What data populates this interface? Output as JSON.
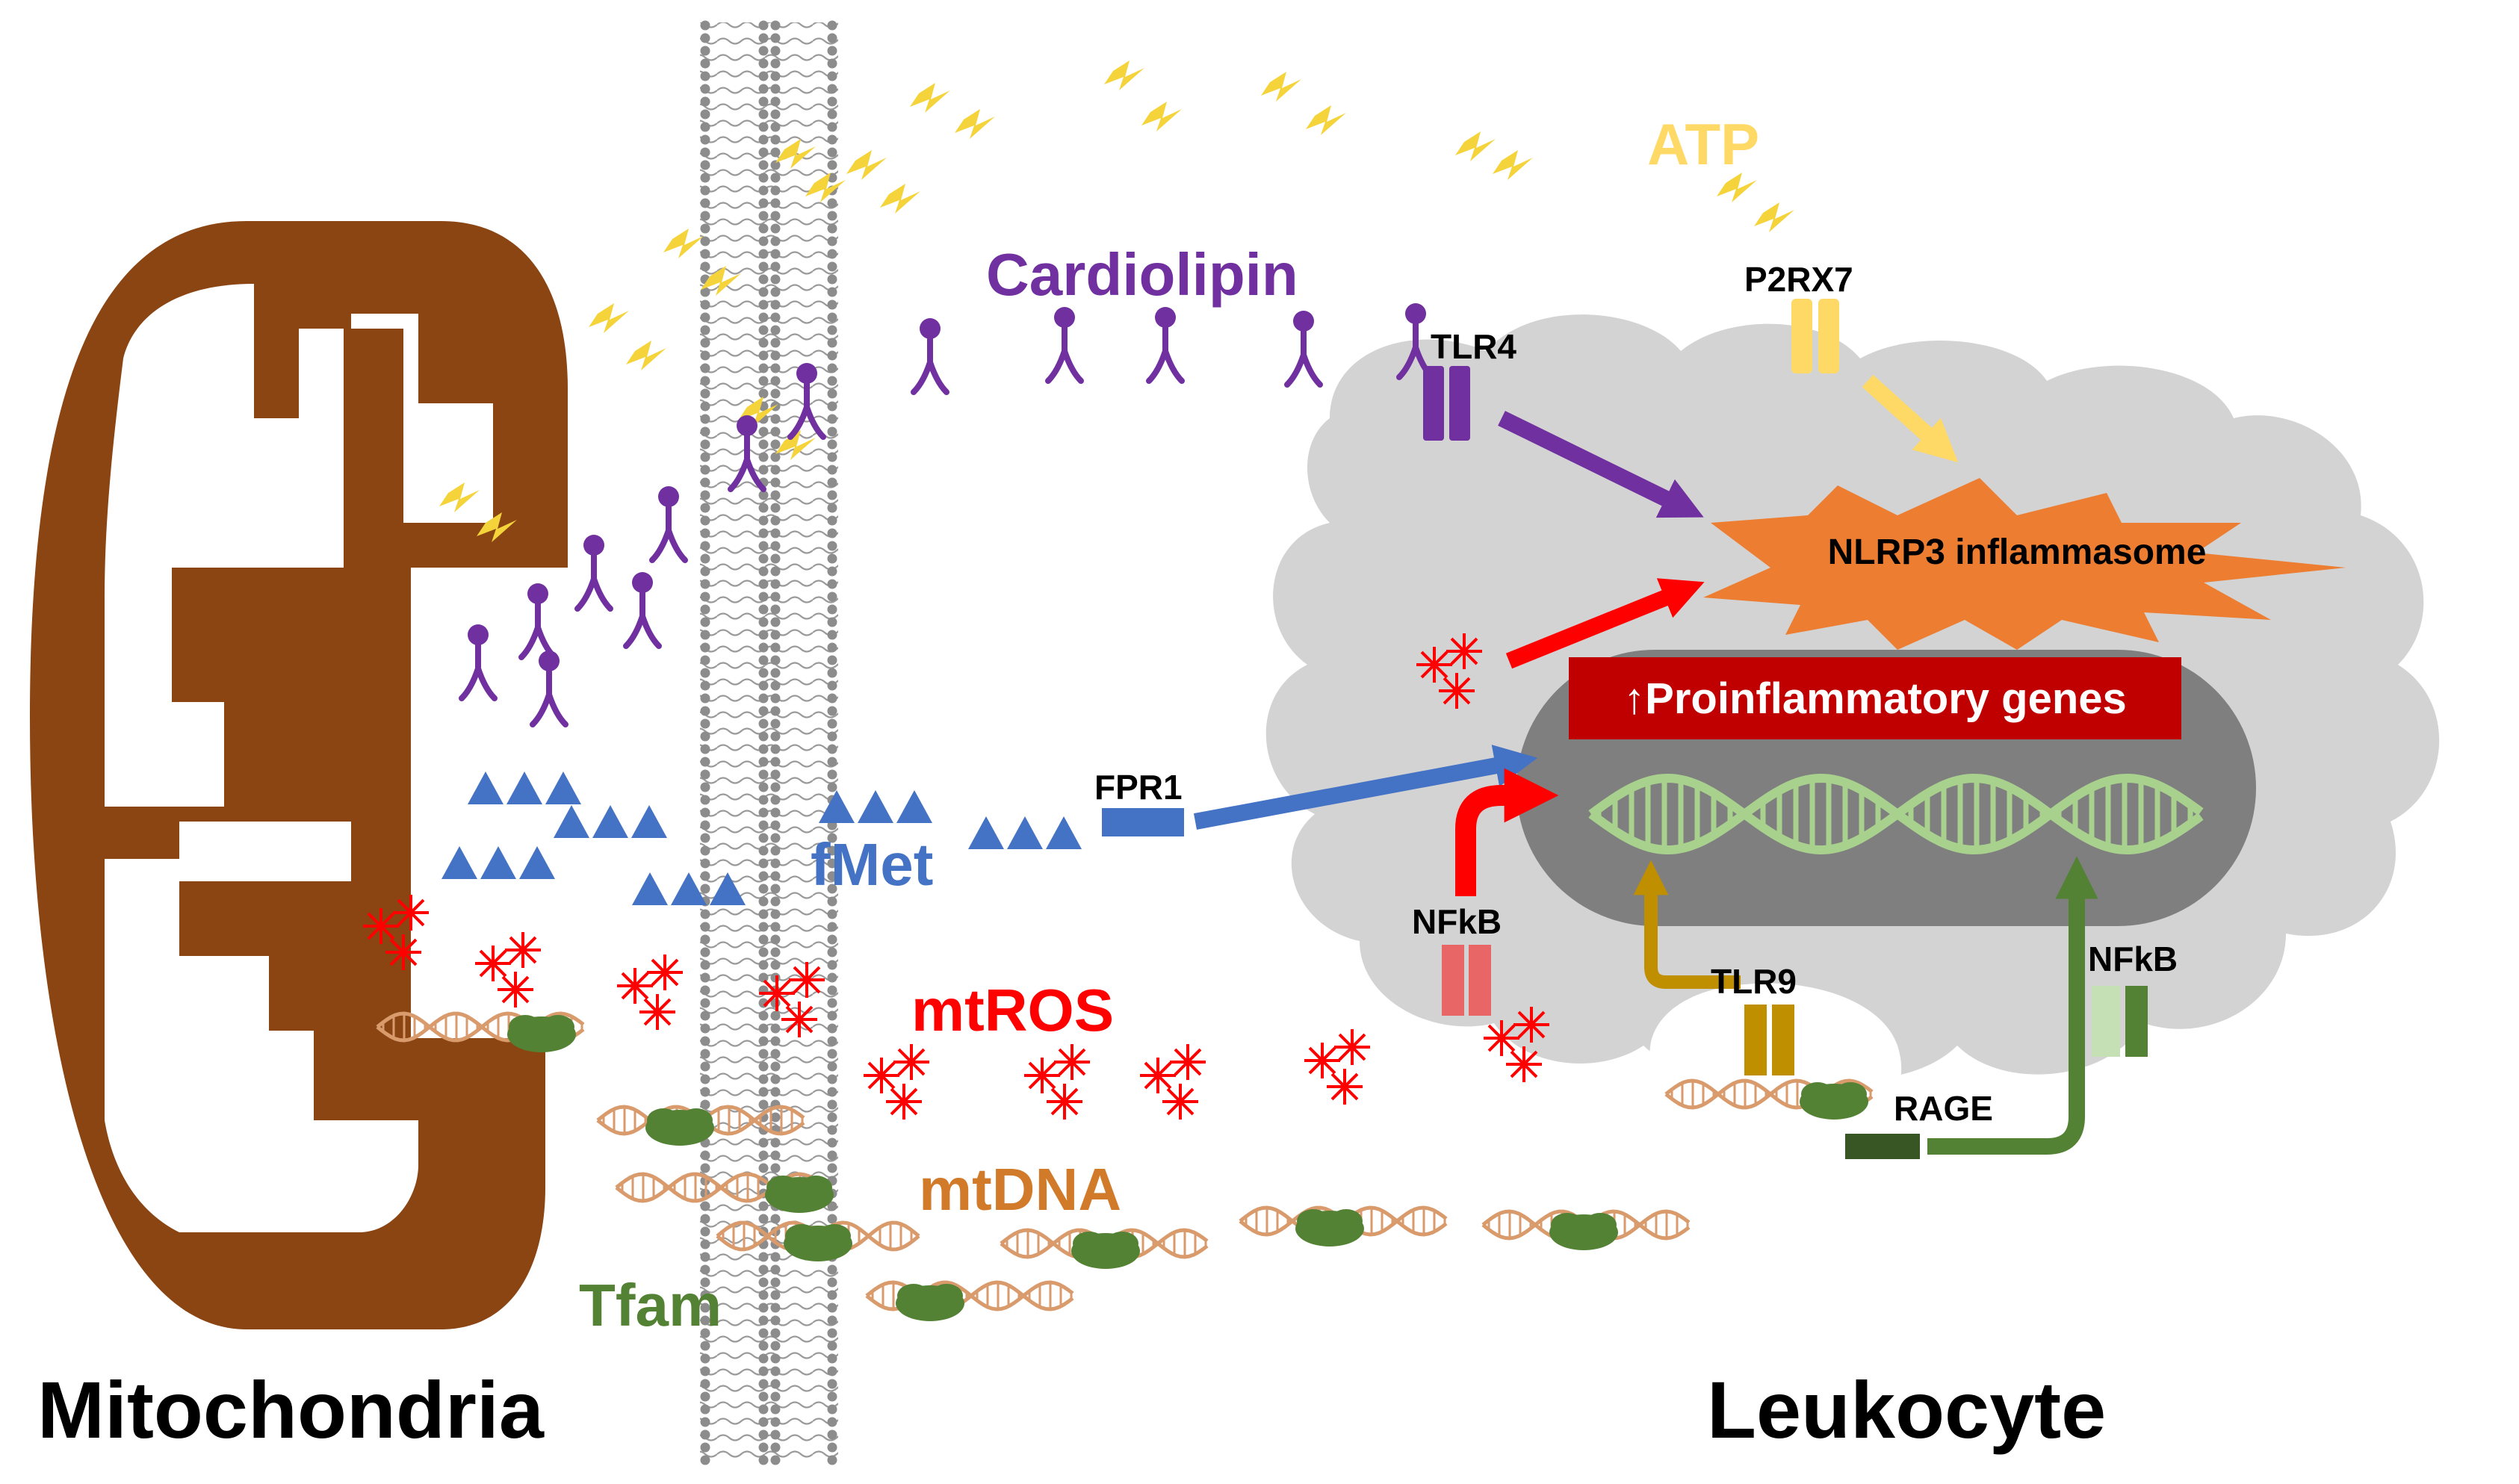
{
  "labels": {
    "mitochondria": "Mitochondria",
    "leukocyte": "Leukocyte",
    "atp": "ATP",
    "cardiolipin": "Cardiolipin",
    "tlr4": "TLR4",
    "p2rx7": "P2RX7",
    "nlrp3": "NLRP3 inflammasome",
    "proinflammatory": "↑Proinflammatory genes",
    "fpr1": "FPR1",
    "fmet": "fMet",
    "nfkb_left": "NFkB",
    "nfkb_right": "NFkB",
    "mtros": "mtROS",
    "tlr9": "TLR9",
    "rage": "RAGE",
    "mtdna": "mtDNA",
    "tfam": "Tfam"
  },
  "colors": {
    "mito": "#8B4513",
    "cardiolipin": "#7030A0",
    "atp": "#FFD966",
    "bolt": "#F5D33A",
    "fmet": "#4472C4",
    "mtros": "#FF0000",
    "mtdna": "#D99A6C",
    "tfam": "#548235",
    "rage": "#375623",
    "nfkb_receptor": "#A9D18E",
    "tlr9": "#BF8F00",
    "cell": "#D3D3D3",
    "nucleus": "#7F7F7F",
    "dna": "#A9D18E",
    "nlrp3": "#ED7D31",
    "banner": "#C00000",
    "nfkb_box": "#E96666",
    "membrane": "#8C8C8C"
  }
}
